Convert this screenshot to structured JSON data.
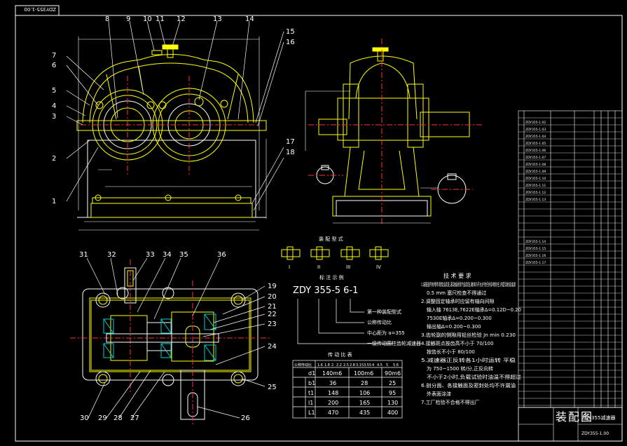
{
  "drawing_number": "ZDY355-1.00",
  "view_title": "装配图",
  "assembly_code": "ZDY355减速器",
  "balloons_top": [
    "1",
    "2",
    "3",
    "4",
    "5",
    "6",
    "7",
    "8",
    "9",
    "10",
    "11",
    "12",
    "13",
    "14",
    "15",
    "16",
    "17",
    "18"
  ],
  "balloons_bottom": [
    "19",
    "20",
    "21",
    "22",
    "23",
    "24",
    "25",
    "26",
    "27",
    "28",
    "29",
    "30",
    "31",
    "32",
    "33",
    "34",
    "35",
    "36"
  ],
  "assembly_types": {
    "title": "装 配 型 式",
    "roman": [
      "I",
      "II",
      "III",
      "IV"
    ]
  },
  "marking_example": {
    "title": "标 注 示 例",
    "code": "ZDY 355-5 6-1",
    "notes": [
      "第一种装配型式",
      "公称传动比",
      "中心距为 a=355",
      "一级传动圆柱齿轮减速器"
    ]
  },
  "transmission_table": {
    "title": "传 动 比 表",
    "header_label": "公称传动比",
    "ratios": [
      "1.6",
      "1.8",
      "2",
      "2.2",
      "2.5",
      "2.8",
      "3.15",
      "3.55",
      "4",
      "4.5",
      "5",
      "5.6"
    ],
    "rows": [
      {
        "sym": "d1",
        "v1": "140m6",
        "v2": "100m6",
        "v3": "90m6"
      },
      {
        "sym": "b1",
        "v1": "36",
        "v2": "28",
        "v3": "25"
      },
      {
        "sym": "t1",
        "v1": "148",
        "v2": "106",
        "v3": "95"
      },
      {
        "sym": "l1",
        "v1": "200",
        "v2": "165",
        "v3": "130"
      },
      {
        "sym": "L1",
        "v1": "470",
        "v2": "435",
        "v3": "400"
      }
    ]
  },
  "tech_requirements": {
    "title": "技 术 要 求",
    "items": [
      "1.装配前所有零件用煤油清洗,滚动轴承用汽油清洗,箱体内不允许有任何杂物存在,内壁涂耐油油漆",
      "0.5 mm 塞尺检查不得通过",
      "2.调整固定轴承时应留有轴向间隙",
      "输入轴 7613E,7622E轴承Δ=0.12D~0.20",
      "7530E轴承Δ=0.200~0.300",
      "输出轴Δ=0.200~0.300",
      "3.齿轮副的侧隙用铅丝检验 Jn min 0.230",
      "4.接触斑点按齿高不小于 70/100",
      "按齿长不小于 80/100",
      "5.减速器正反转各1小时运转 平稳",
      "为 750~1500 转/分,正反向转",
      "不小于2小时,负载试验时油温不得超过",
      "6.剖分面、各接触面及密封处均不许漏油",
      "外表面涂漆",
      "7.工厂检验不合格不得出厂"
    ]
  },
  "title_block_codes": [
    "ZDY355-1.02",
    "ZDY355-1.03",
    "ZDY355-1.04",
    "ZDY355-1.05",
    "ZDY355-1.06",
    "ZDY355-1.07",
    "ZDY355-1.08",
    "ZDY355-1.09",
    "ZDY355-1.10",
    "ZDY355-1.11",
    "ZDY355-1.12",
    "ZDY355-1.13",
    "ZDY355-1.14",
    "ZDY355-1.15",
    "ZDY355-1.16",
    "ZDY355-1.17"
  ],
  "colors": {
    "outline": "#ffffff",
    "part": "#ffff00",
    "centerline": "#ff3333",
    "dimension": "#ffffff",
    "hatch": "#00d0d0"
  }
}
